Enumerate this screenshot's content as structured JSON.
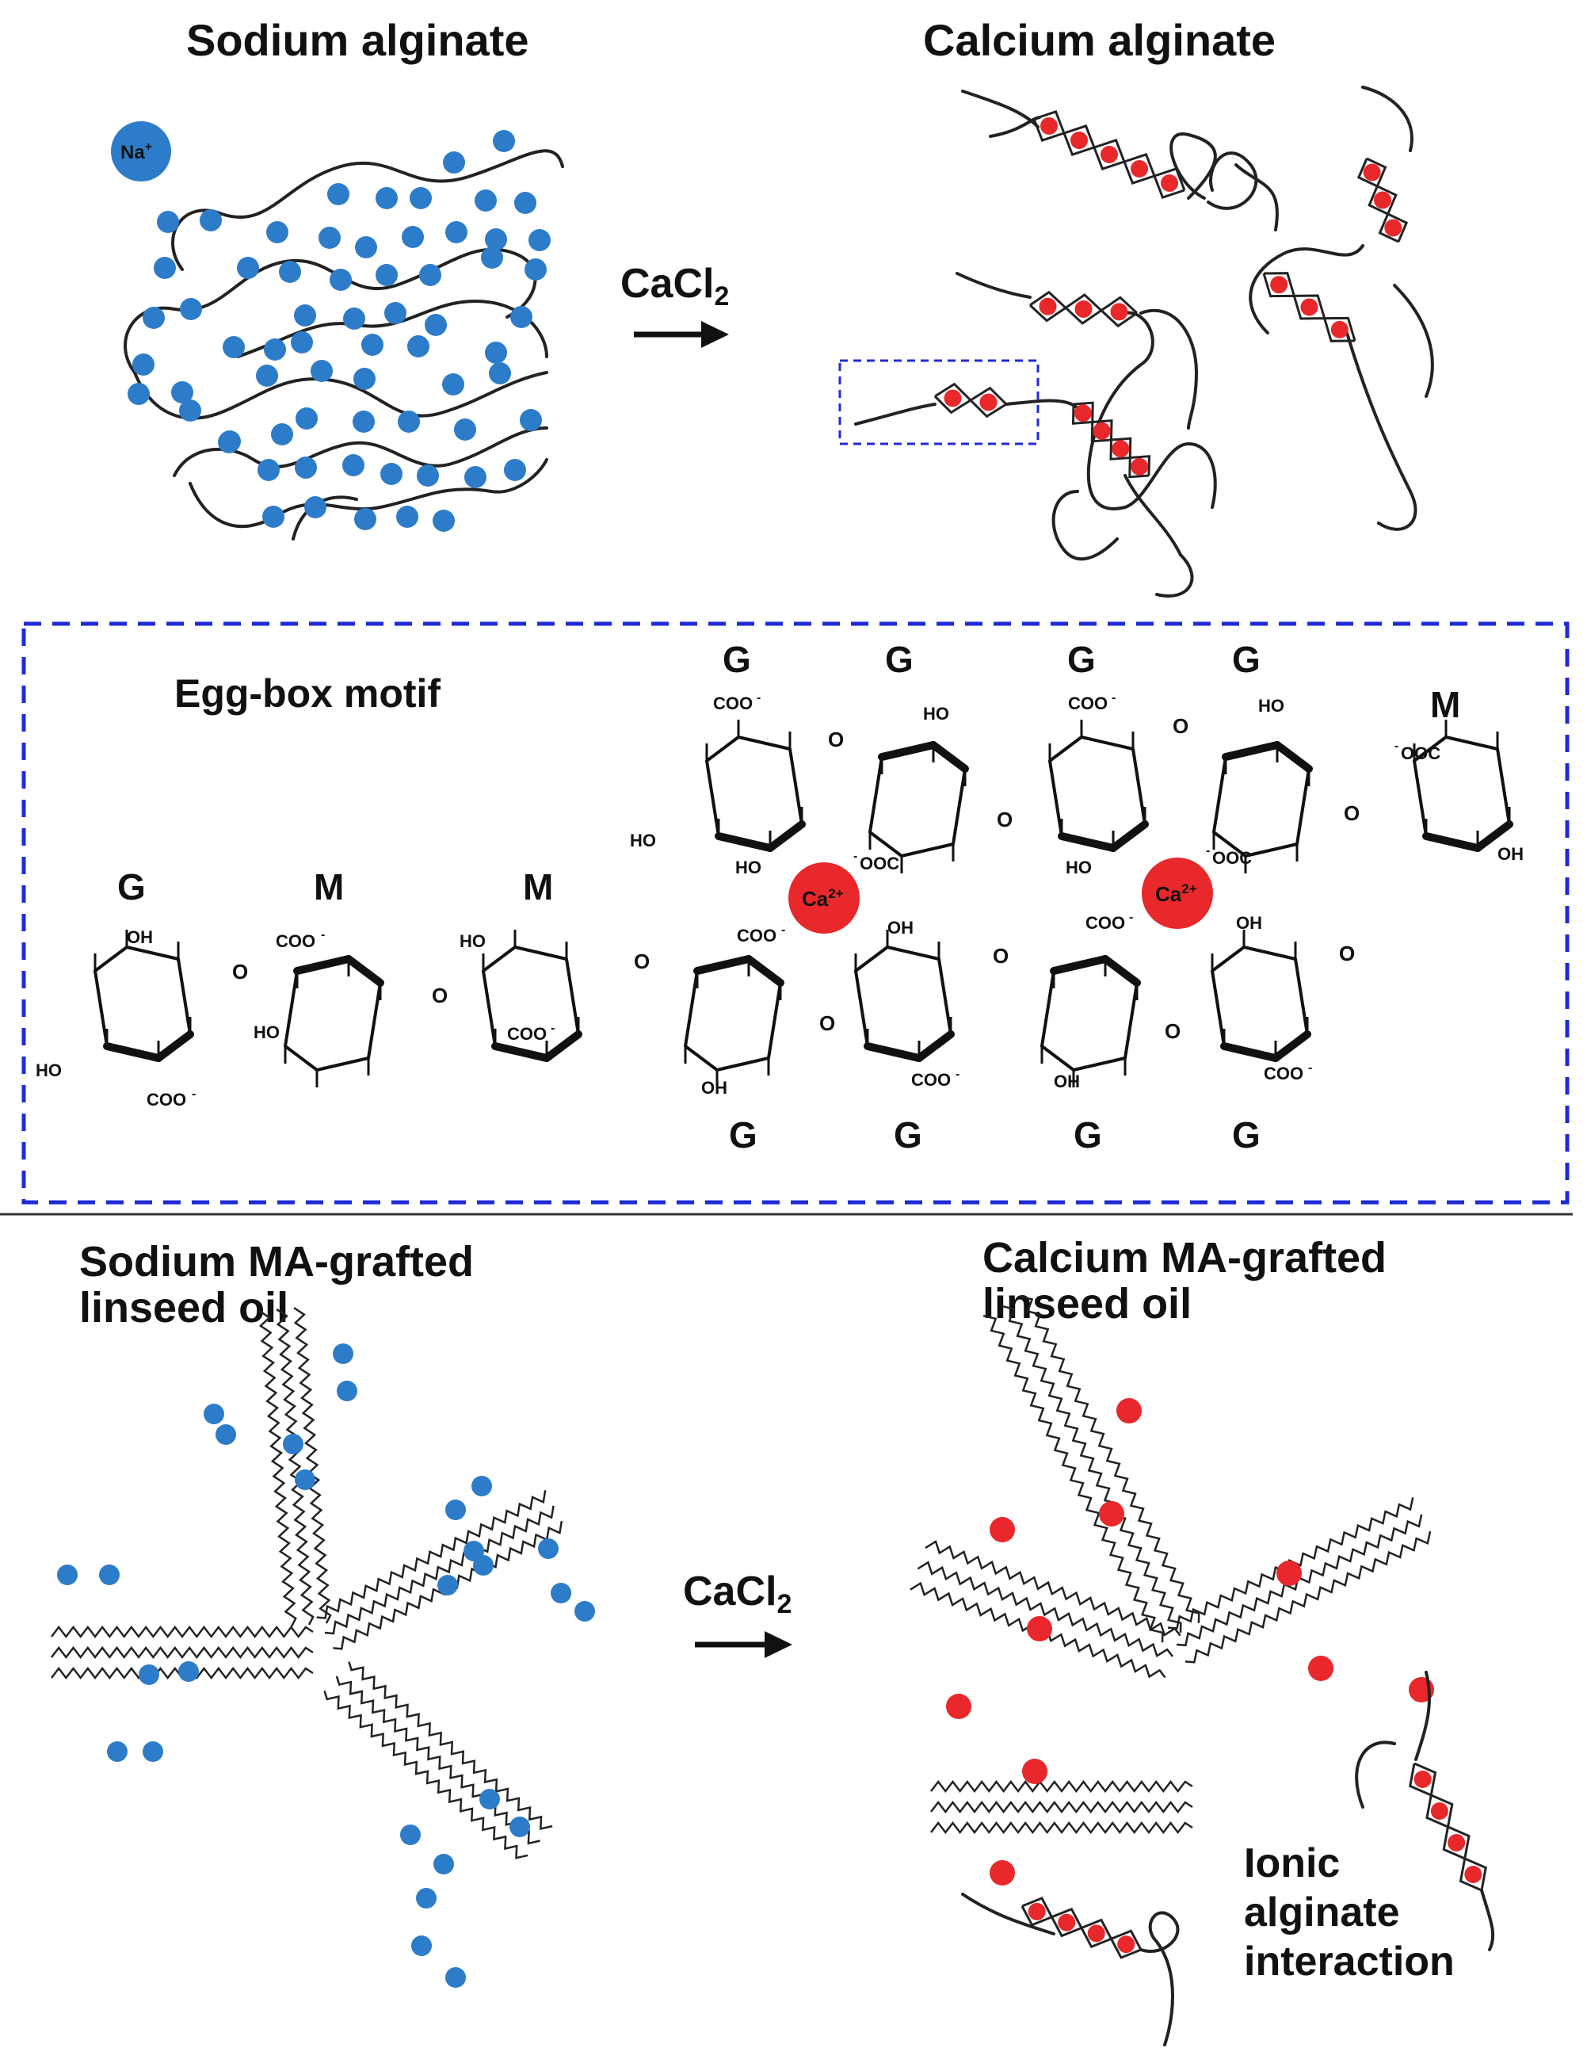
{
  "labels": {
    "sodium_alginate": "Sodium alginate",
    "calcium_alginate": "Calcium alginate",
    "reagent_top": "CaCl",
    "reagent_top_sub": "2",
    "egg_box": "Egg-box motif",
    "sodium_ma_line1": "Sodium MA-grafted",
    "sodium_ma_line2": "linseed oil",
    "calcium_ma_line1": "Calcium MA-grafted",
    "calcium_ma_line2": "linseed oil",
    "reagent_bottom": "CaCl",
    "reagent_bottom_sub": "2",
    "ionic_line1": "Ionic",
    "ionic_line2": "alginate",
    "ionic_line3": "interaction"
  },
  "ions": {
    "sodium": "Na",
    "sodium_charge": "+",
    "calcium": "Ca",
    "calcium_charge": "2+"
  },
  "egg_box_units": {
    "top_chain": [
      "G",
      "G",
      "G",
      "G",
      "M"
    ],
    "bottom_chain_left": [
      "G",
      "M",
      "M"
    ],
    "bottom_chain_right": [
      "G",
      "G",
      "G",
      "G"
    ]
  },
  "chem_groups": {
    "carboxylate": "COO",
    "carboxylate_rev": "OOC",
    "hydroxyl": "OH",
    "hydroxyl_rev": "HO",
    "oxygen": "O",
    "charge": "-"
  },
  "colors": {
    "sodium_ion": "#2d7cc9",
    "calcium_ion": "#e8282b",
    "dashed_box": "#1f2bd6",
    "text": "#111111"
  }
}
